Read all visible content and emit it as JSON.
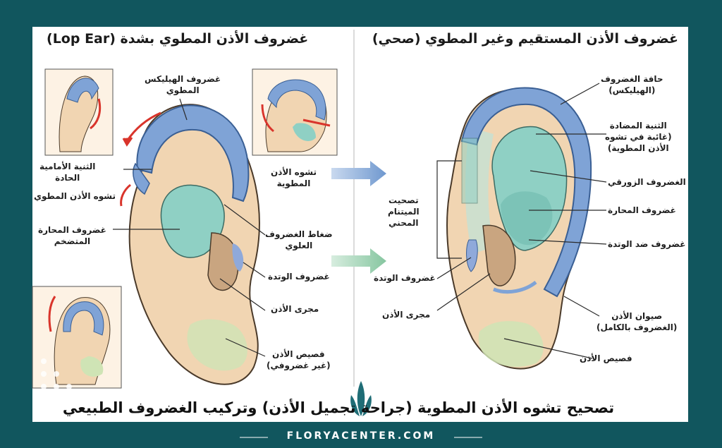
{
  "left_panel": {
    "title": "غضروف الأذن المطوي بشدة (Lop Ear)",
    "labels": {
      "helix": "غضروف الهيليكس\nالمطوي",
      "anterior_fold": "الثنية الأمامية\nالحادة",
      "lop_deformity": "تشوه الأذن المطوي",
      "enlarged_concha": "غضروف المحارة\nالمتضخم",
      "lop_ear_deformity": "تشوه الأذن\nالمطوية",
      "upper_compression": "ضغاط الغضروف\nالعلوي",
      "tragus": "غضروف الوتدة",
      "ear_canal": "مجرى الأذن",
      "earlobe": "فصيص الأذن\n(غير غضروفي)"
    }
  },
  "right_panel": {
    "title": "غضروف الأذن المستقيم وغير المطوي (صحي)",
    "labels": {
      "helix_rim": "حافة الغضروف\n(الهيليكس)",
      "antihelix": "الثنية المضادة\n(غائبة في تشوه\nالأذن المطوية)",
      "scaphoid": "الغضروف الزورقي",
      "concha": "غضروف المحارة",
      "antitragus": "غضروف ضد الوتدة",
      "auricle": "صيوان الأذن\n(الغضروف بالكامل)",
      "earlobe": "فصيص الأذن",
      "tragus": "غضروف الوتدة",
      "ear_canal": "مجرى الأذن",
      "correction": "تصحيت\nالميتنام\nالمحني"
    }
  },
  "bottom_title": "تصحيح تشوه الأذن المطوية (جراحة تجميل الأذن) وتركيب الغضروف الطبيعي",
  "brand": {
    "logo_name": "FLORYA",
    "logo_sub": "CENTER",
    "footer": "FLORYACENTER.COM"
  },
  "colors": {
    "frame": "#11565e",
    "panel": "#ffffff",
    "skin": "#f1d5b2",
    "cartilage_blue": "#7fa3d6",
    "cartilage_teal": "#8fd0c4",
    "arrow_red": "#d9342b"
  }
}
